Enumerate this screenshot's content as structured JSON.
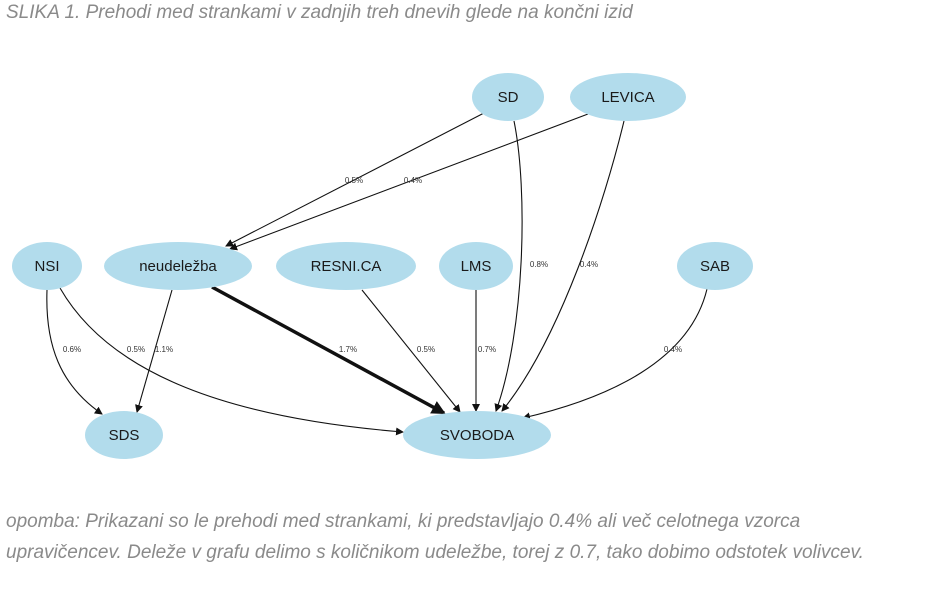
{
  "caption": "SLIKA 1. Prehodi med strankami v zadnjih treh dnevih glede na končni izid",
  "note": "opomba: Prikazani so le prehodi med strankami, ki predstavljajo 0.4% ali več celotnega vzorca upravičencev. Deleže v grafu delimo s količnikom udeležbe, torej z 0.7, tako dobimo odstotek volivcev.",
  "colors": {
    "node_fill": "#b2dcec",
    "edge": "#111111"
  },
  "nodes": [
    {
      "id": "SD",
      "label": "SD"
    },
    {
      "id": "LEVICA",
      "label": "LEVICA"
    },
    {
      "id": "NSI",
      "label": "NSI"
    },
    {
      "id": "neudelezba",
      "label": "neudeležba"
    },
    {
      "id": "RESNICA",
      "label": "RESNI.CA"
    },
    {
      "id": "LMS",
      "label": "LMS"
    },
    {
      "id": "SAB",
      "label": "SAB"
    },
    {
      "id": "SDS",
      "label": "SDS"
    },
    {
      "id": "SVOBODA",
      "label": "SVOBODA"
    }
  ],
  "edges": [
    {
      "from": "SD",
      "to": "neudelezba",
      "label": "0.5%"
    },
    {
      "from": "LEVICA",
      "to": "neudelezba",
      "label": "0.4%"
    },
    {
      "from": "SD",
      "to": "SVOBODA",
      "label": "0.8%"
    },
    {
      "from": "LEVICA",
      "to": "SVOBODA",
      "label": "0.4%"
    },
    {
      "from": "NSI",
      "to": "SDS",
      "label": "0.6%"
    },
    {
      "from": "NSI",
      "to": "SVOBODA",
      "label": "0.5%"
    },
    {
      "from": "neudelezba",
      "to": "SDS",
      "label": "1.1%"
    },
    {
      "from": "neudelezba",
      "to": "SVOBODA",
      "label": "1.7%"
    },
    {
      "from": "RESNICA",
      "to": "SVOBODA",
      "label": "0.5%"
    },
    {
      "from": "LMS",
      "to": "SVOBODA",
      "label": "0.7%"
    },
    {
      "from": "SAB",
      "to": "SVOBODA",
      "label": "0.4%"
    }
  ]
}
